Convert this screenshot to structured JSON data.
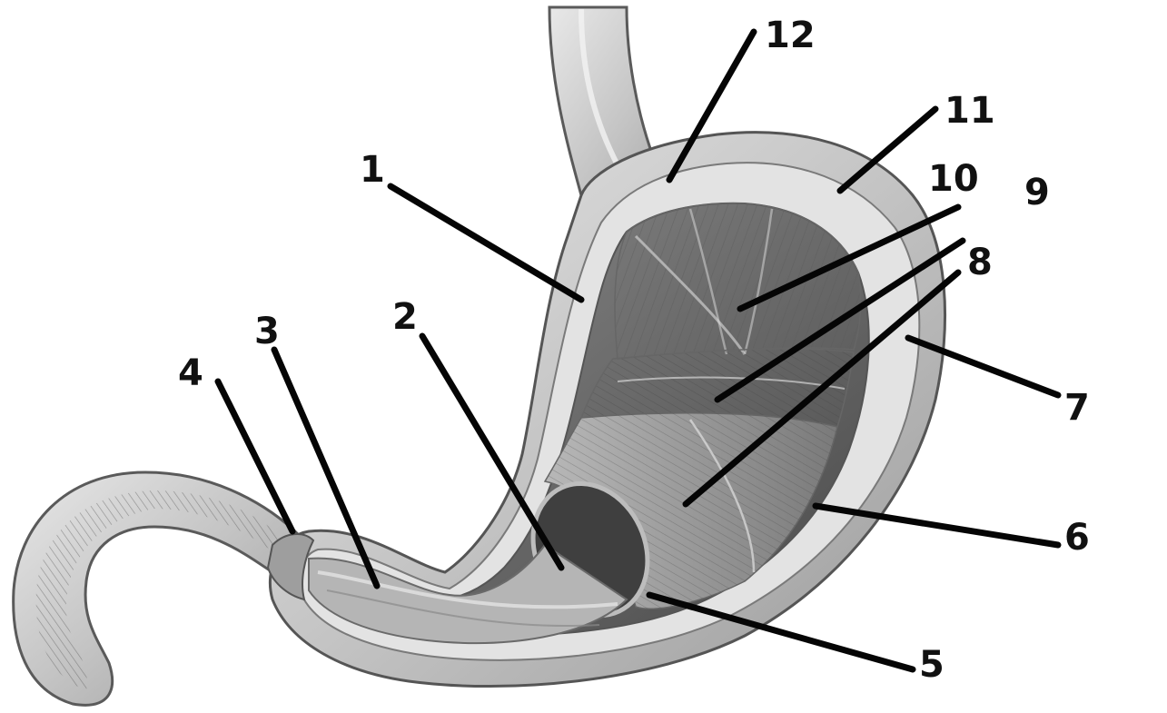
{
  "labels": [
    "1",
    "2",
    "3",
    "4",
    "5",
    "6",
    "7",
    "8",
    "9",
    "10",
    "11",
    "12"
  ],
  "colors": {
    "background": "#ffffff",
    "outer_wall": "#c9c9c9",
    "wall_rim": "#e6e6e6",
    "interior_dark": "#6e6e6e",
    "muscle_light": "#a8a8a8",
    "line": "#050505"
  }
}
